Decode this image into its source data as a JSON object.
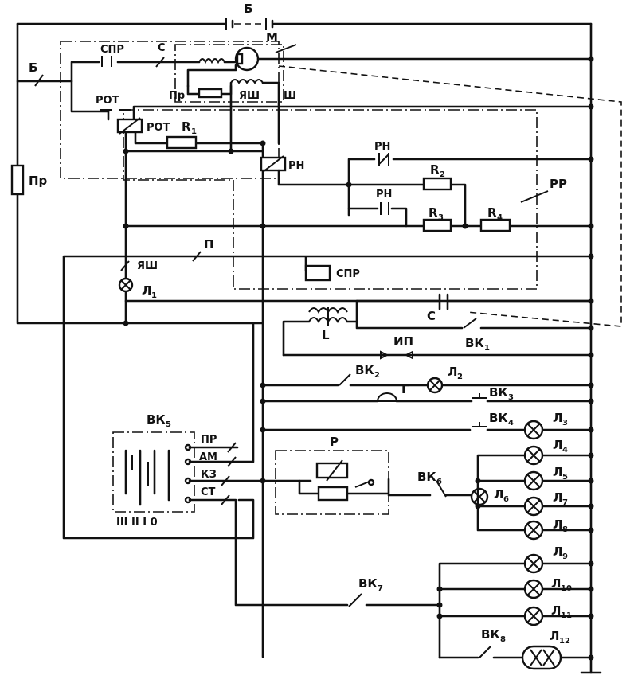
{
  "labels": {
    "battery": "Б",
    "battery_left": "Б",
    "fuse_left": "Пр",
    "spr_top": "СПР",
    "c_top": "С",
    "motor": "М",
    "rot_contact": "РОТ",
    "rot_coil": "РОТ",
    "pr_small": "Пр",
    "yash_top": "ЯШ",
    "sh": "Ш",
    "r1": "R",
    "r1_sub": "1",
    "rn_coil": "РН",
    "rn_contact1": "РН",
    "rn_contact2": "РН",
    "r2": "R",
    "r2_sub": "2",
    "rr": "РР",
    "r3": "R",
    "r3_sub": "3",
    "r4": "R",
    "r4_sub": "4",
    "p_line": "П",
    "yash_lamp": "ЯШ",
    "spr_coil": "СПР",
    "l1": "Л",
    "l1_sub": "1",
    "capacitor_c": "С",
    "inductor_l": "L",
    "ip": "ИП",
    "vk1": "ВК",
    "vk1_sub": "1",
    "vk2": "ВК",
    "vk2_sub": "2",
    "l2": "Л",
    "l2_sub": "2",
    "g": "Г",
    "vk3": "ВК",
    "vk3_sub": "3",
    "vk4": "ВК",
    "vk4_sub": "4",
    "l3": "Л",
    "l3_sub": "3",
    "vk5": "ВК",
    "vk5_sub": "5",
    "pos_pr": "ПР",
    "pos_am": "АМ",
    "pos_kz": "КЗ",
    "pos_st": "СТ",
    "roman": "III II I 0",
    "relay_p": "Р",
    "l4": "Л",
    "l4_sub": "4",
    "l5": "Л",
    "l5_sub": "5",
    "vk6": "ВК",
    "vk6_sub": "6",
    "l6": "Л",
    "l6_sub": "6",
    "l7": "Л",
    "l7_sub": "7",
    "l8": "Л",
    "l8_sub": "8",
    "l9": "Л",
    "l9_sub": "9",
    "vk7": "ВК",
    "vk7_sub": "7",
    "l10": "Л",
    "l10_sub": "10",
    "l11": "Л",
    "l11_sub": "11",
    "vk8": "ВК",
    "vk8_sub": "8",
    "l12": "Л",
    "l12_sub": "12"
  }
}
